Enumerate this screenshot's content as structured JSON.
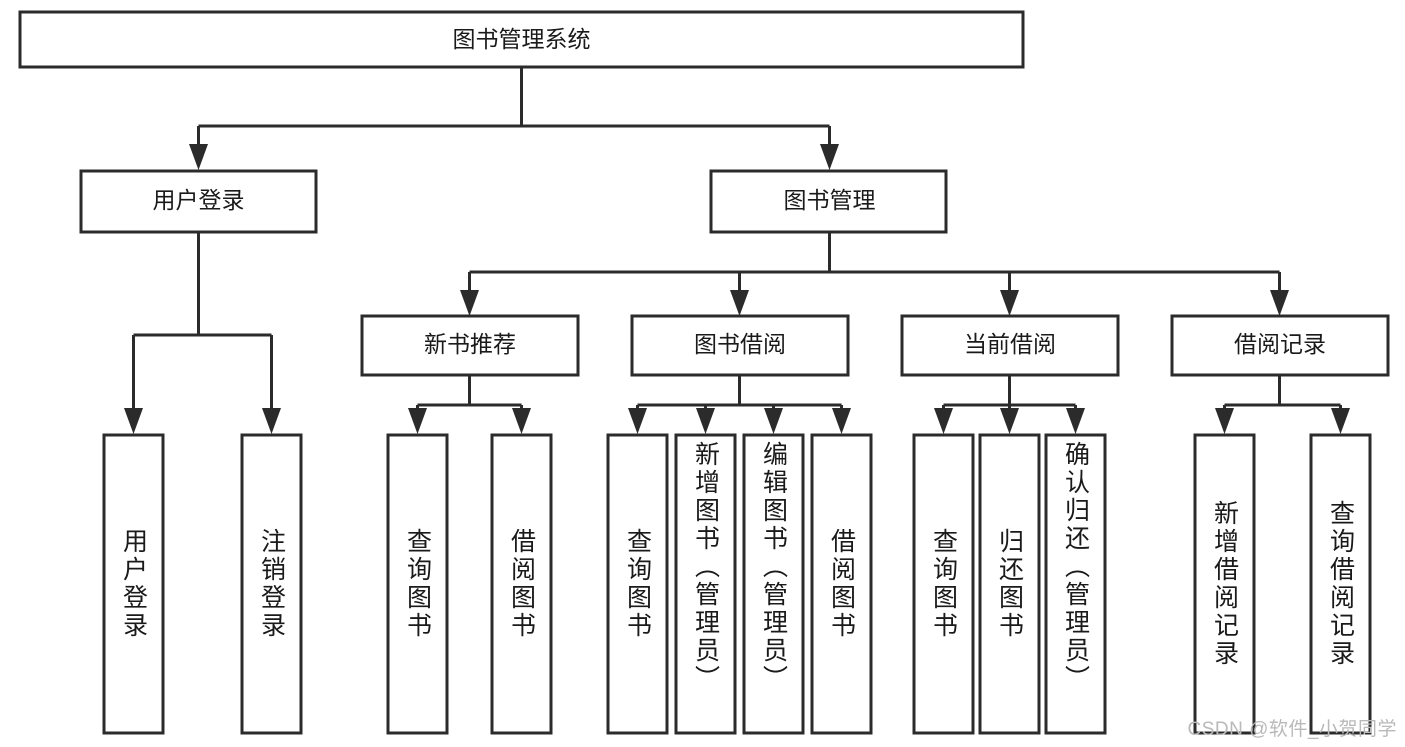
{
  "diagram": {
    "title_node": {
      "label": "图书管理系统"
    },
    "level2": [
      {
        "id": "user-login",
        "label": "用户登录"
      },
      {
        "id": "book-management",
        "label": "图书管理"
      }
    ],
    "level3": [
      {
        "id": "new-book-recommend",
        "label": "新书推荐"
      },
      {
        "id": "book-borrow",
        "label": "图书借阅"
      },
      {
        "id": "current-borrow",
        "label": "当前借阅"
      },
      {
        "id": "borrow-record",
        "label": "借阅记录"
      }
    ],
    "leaves": [
      {
        "id": "leaf-user-login",
        "label": "用户登录",
        "parent": "user-login"
      },
      {
        "id": "leaf-logout",
        "label": "注销登录",
        "parent": "user-login"
      },
      {
        "id": "leaf-query-book-1",
        "label": "查询图书",
        "parent": "new-book-recommend"
      },
      {
        "id": "leaf-borrow-book-1",
        "label": "借阅图书",
        "parent": "new-book-recommend"
      },
      {
        "id": "leaf-query-book-2",
        "label": "查询图书",
        "parent": "book-borrow"
      },
      {
        "id": "leaf-add-book",
        "label": "新增图书（管理员）",
        "parent": "book-borrow"
      },
      {
        "id": "leaf-edit-book",
        "label": "编辑图书（管理员）",
        "parent": "book-borrow"
      },
      {
        "id": "leaf-borrow-book-2",
        "label": "借阅图书",
        "parent": "book-borrow"
      },
      {
        "id": "leaf-query-book-3",
        "label": "查询图书",
        "parent": "current-borrow"
      },
      {
        "id": "leaf-return-book",
        "label": "归还图书",
        "parent": "current-borrow"
      },
      {
        "id": "leaf-confirm-return",
        "label": "确认归还（管理员）",
        "parent": "current-borrow"
      },
      {
        "id": "leaf-add-record",
        "label": "新增借阅记录",
        "parent": "borrow-record"
      },
      {
        "id": "leaf-query-record",
        "label": "查询借阅记录",
        "parent": "borrow-record"
      }
    ],
    "watermark": "CSDN @软件_小贺同学",
    "colors": {
      "stroke": "#2b2b2b",
      "fill": "#ffffff",
      "text": "#1a1a1a",
      "watermark": "#b9b9b9"
    }
  }
}
